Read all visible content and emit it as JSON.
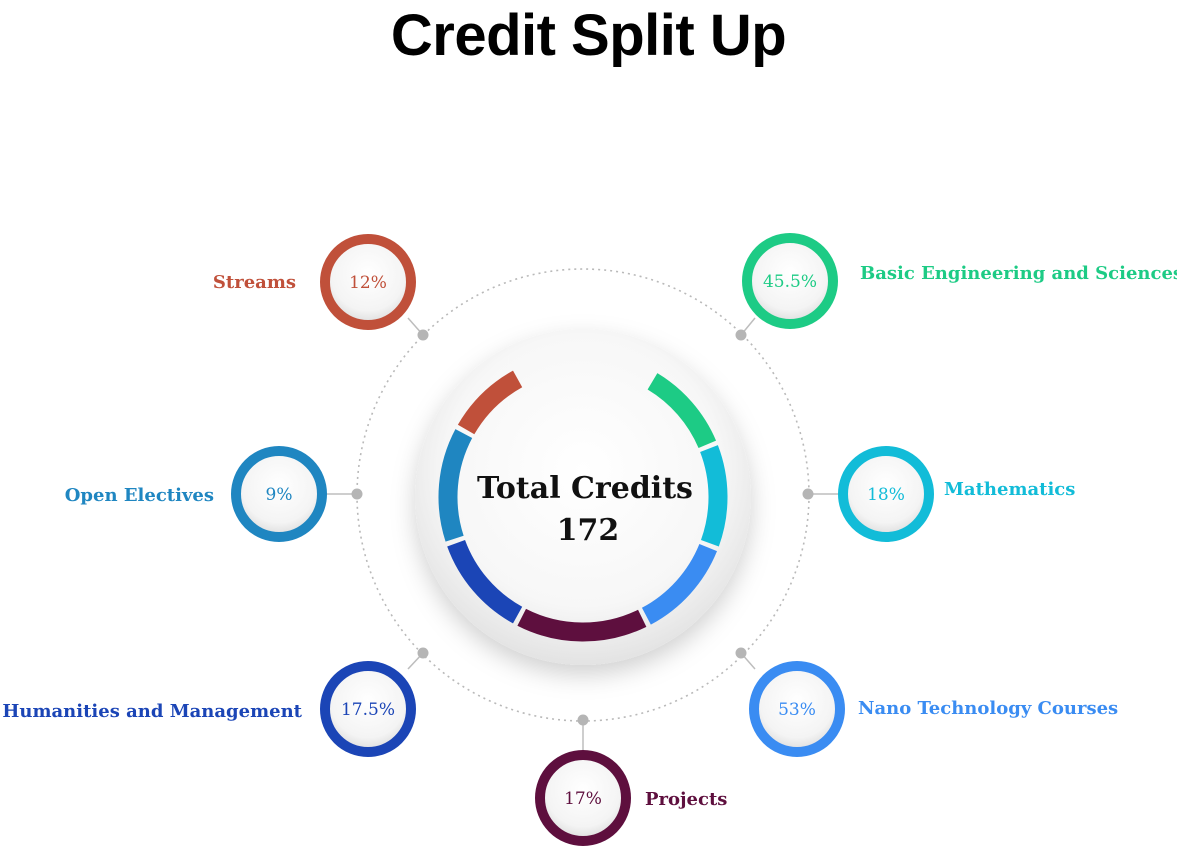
{
  "title": "Credit Split Up",
  "center": {
    "line1": "Total Credits",
    "line2": "172"
  },
  "categories": [
    {
      "label": "Streams",
      "percent": "12%",
      "color": "#c0503a",
      "icon": "percent-ring"
    },
    {
      "label": "Basic Engineering and Sciences",
      "percent": "45.5%",
      "color": "#1dcb85",
      "icon": "percent-ring"
    },
    {
      "label": "Open Electives",
      "percent": "9%",
      "color": "#1f86c1",
      "icon": "percent-ring"
    },
    {
      "label": "Mathematics",
      "percent": "18%",
      "color": "#12bcd8",
      "icon": "percent-ring"
    },
    {
      "label": "Humanities and Management",
      "percent": "17.5%",
      "color": "#1b45b6",
      "icon": "percent-ring"
    },
    {
      "label": "Nano Technology Courses",
      "percent": "53%",
      "color": "#3a8cf2",
      "icon": "percent-ring"
    },
    {
      "label": "Projects",
      "percent": "17%",
      "color": "#5e0f3e",
      "icon": "percent-ring"
    }
  ]
}
